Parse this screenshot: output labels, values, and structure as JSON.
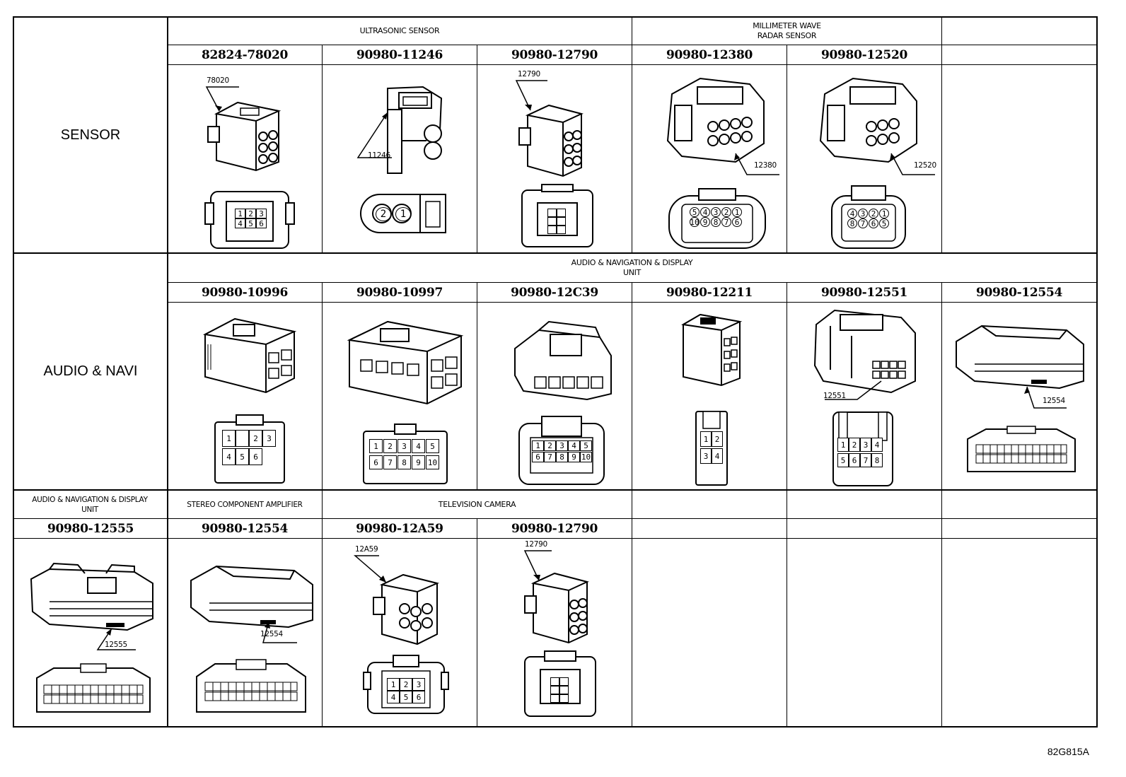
{
  "reference_code": "82G815A",
  "sections": [
    {
      "label": "SENSOR",
      "groups": [
        {
          "label": "ULTRASONIC SENSOR",
          "span": 3
        },
        {
          "label": "MILLIMETER WAVE\nRADAR SENSOR",
          "span": 2
        },
        {
          "label": "",
          "span": 1
        }
      ],
      "connectors": [
        {
          "part_number": "82824-78020",
          "callout": "78020",
          "pins": [
            "1",
            "2",
            "3",
            "4",
            "5",
            "6"
          ],
          "pin_cols": 3
        },
        {
          "part_number": "90980-11246",
          "callout": "11246",
          "pins": [
            "2",
            "1"
          ],
          "pin_cols": 2
        },
        {
          "part_number": "90980-12790",
          "callout": "12790",
          "pins": [
            "",
            "",
            "",
            "",
            "",
            ""
          ],
          "pin_cols": 2
        },
        {
          "part_number": "90980-12380",
          "callout": "12380",
          "pins": [
            "5",
            "4",
            "3",
            "2",
            "1",
            "10",
            "9",
            "8",
            "7",
            "6"
          ],
          "pin_cols": 5
        },
        {
          "part_number": "90980-12520",
          "callout": "12520",
          "pins": [
            "4",
            "3",
            "2",
            "1",
            "8",
            "7",
            "6",
            "5"
          ],
          "pin_cols": 4
        },
        {
          "part_number": "",
          "callout": "",
          "pins": [],
          "pin_cols": 0
        }
      ]
    },
    {
      "label": "AUDIO & NAVI",
      "groups": [
        {
          "label": "",
          "span": 0
        },
        {
          "label": "AUDIO & NAVIGATION & DISPLAY\nUNIT",
          "span": 6
        }
      ],
      "connectors": [
        {
          "part_number": "90980-10996",
          "callout": "",
          "pins": [
            "1",
            "",
            "2",
            "3",
            "4",
            "5",
            "6"
          ],
          "pin_cols": 4
        },
        {
          "part_number": "90980-10997",
          "callout": "",
          "pins": [
            "1",
            "2",
            "3",
            "4",
            "5",
            "6",
            "7",
            "8",
            "9",
            "10"
          ],
          "pin_cols": 5
        },
        {
          "part_number": "90980-12C39",
          "callout": "",
          "pins": [
            "1",
            "2",
            "3",
            "4",
            "5",
            "6",
            "7",
            "8",
            "9",
            "10"
          ],
          "pin_cols": 5
        },
        {
          "part_number": "90980-12211",
          "callout": "",
          "pins": [
            "1",
            "2",
            "3",
            "4"
          ],
          "pin_cols": 2
        },
        {
          "part_number": "90980-12551",
          "callout": "12551",
          "pins": [
            "1",
            "2",
            "3",
            "4",
            "5",
            "6",
            "7",
            "8"
          ],
          "pin_cols": 4
        },
        {
          "part_number": "90980-12554",
          "callout": "12554",
          "pins": [],
          "pin_cols": 0
        }
      ]
    },
    {
      "label": "",
      "groups": [
        {
          "label": "AUDIO & NAVIGATION & DISPLAY\nUNIT",
          "span": 1
        },
        {
          "label": "STEREO COMPONENT AMPLIFIER",
          "span": 1
        },
        {
          "label": "TELEVISION CAMERA",
          "span": 2
        },
        {
          "label": "",
          "span": 1
        },
        {
          "label": "",
          "span": 1
        },
        {
          "label": "",
          "span": 1
        }
      ],
      "connectors": [
        {
          "part_number": "90980-12555",
          "callout": "12555",
          "pins": [],
          "pin_cols": 0
        },
        {
          "part_number": "90980-12554",
          "callout": "12554",
          "pins": [],
          "pin_cols": 0
        },
        {
          "part_number": "90980-12A59",
          "callout": "12A59",
          "pins": [
            "1",
            "2",
            "3",
            "4",
            "5",
            "6"
          ],
          "pin_cols": 3
        },
        {
          "part_number": "90980-12790",
          "callout": "12790",
          "pins": [
            "",
            "",
            "",
            "",
            "",
            ""
          ],
          "pin_cols": 2
        },
        {
          "part_number": "",
          "callout": "",
          "pins": [],
          "pin_cols": 0
        },
        {
          "part_number": "",
          "callout": "",
          "pins": [],
          "pin_cols": 0
        },
        {
          "part_number": "",
          "callout": "",
          "pins": [],
          "pin_cols": 0
        }
      ]
    }
  ],
  "colors": {
    "line": "#000000",
    "background": "#ffffff"
  },
  "icons": [
    "connector-3d-icon",
    "connector-face-icon",
    "callout-arrow-icon"
  ]
}
